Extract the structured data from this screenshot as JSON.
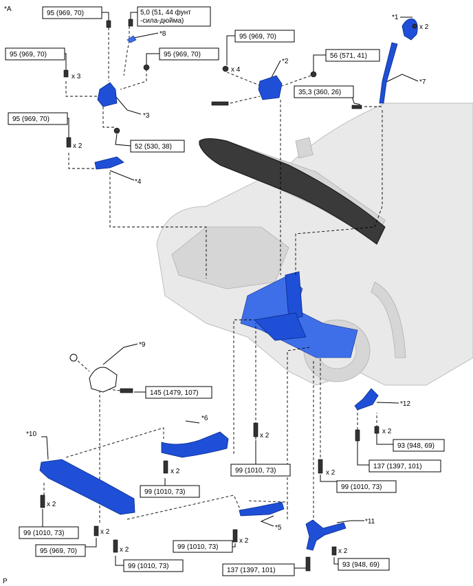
{
  "figure": {
    "corner_label": "*A",
    "footer_label": "P"
  },
  "torques": {
    "t95_top": "95 (969, 70)",
    "t50": "5,0 (51, 44 фунт",
    "t50b": "-сила-дюйма)",
    "t95_a": "95 (969, 70)",
    "t95_b": "95 (969, 70)",
    "t95_c": "95 (969, 70)",
    "t95_d": "95 (969, 70)",
    "t56": "56 (571, 41)",
    "t353": "35,3 (360, 26)",
    "t52": "52 (530, 38)",
    "t145": "145 (1479, 107)",
    "t99_6": "99 (1010, 73)",
    "t99_mid": "99 (1010, 73)",
    "t99_r": "99 (1010, 73)",
    "t137_r": "137 (1397, 101)",
    "t93_r": "93 (948, 69)",
    "t99_10": "99 (1010, 73)",
    "t95_10": "95 (969, 70)",
    "t99_bot": "99 (1010, 73)",
    "t99_5": "99 (1010, 73)",
    "t137_b": "137 (1397, 101)",
    "t93_b": "93 (948, 69)"
  },
  "callouts": {
    "c1": "*1",
    "c2": "*2",
    "c3": "*3",
    "c4": "*4",
    "c5": "*5",
    "c6": "*6",
    "c7": "*7",
    "c8": "*8",
    "c9": "*9",
    "c10": "*10",
    "c11": "*11",
    "c12": "*12"
  },
  "quantities": {
    "q_x2_1": "x 2",
    "q_x4_2": "x 4",
    "q_x3": "x 3",
    "q_x2_4": "x 2",
    "q_x2_6": "x 2",
    "q_x2_mid": "x 2",
    "q_x2_r1": "x 2",
    "q_x2_r2": "x 2",
    "q_x2_10a": "x 2",
    "q_x2_10b": "x 2",
    "q_x2_10c": "x 2",
    "q_x2_5": "x 2",
    "q_x2_11": "x 2"
  }
}
